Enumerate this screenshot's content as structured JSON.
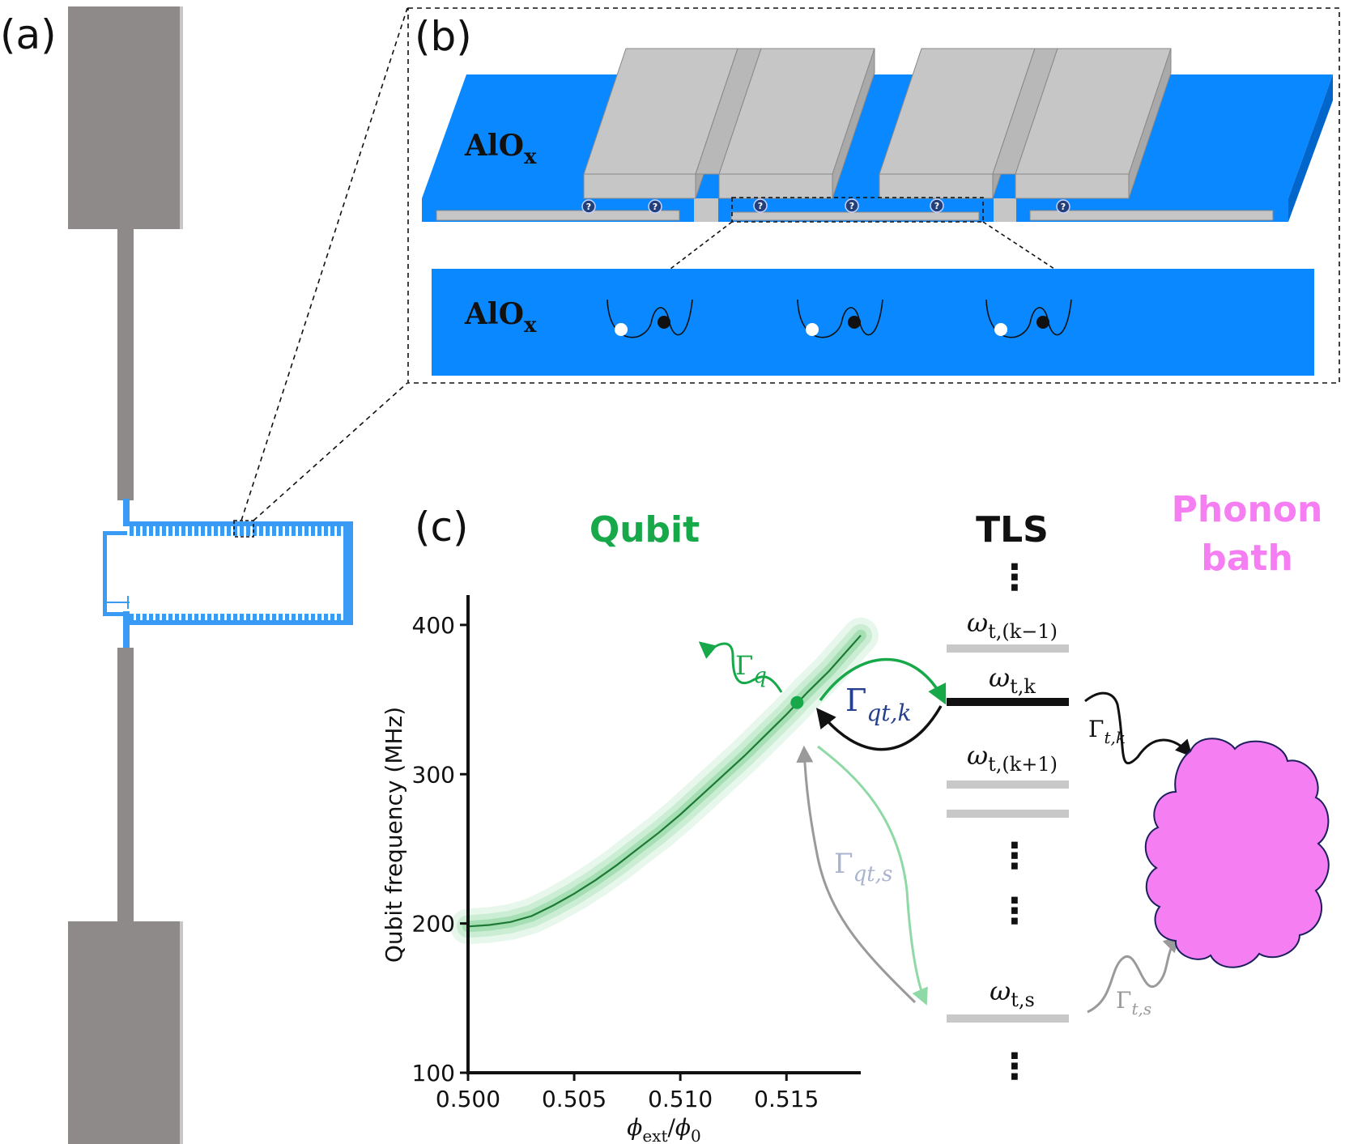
{
  "panels": {
    "a": {
      "label": "(a)"
    },
    "b": {
      "label": "(b)",
      "material_top": "AlO",
      "material_bottom": "AlO",
      "material_sub": "x",
      "defect_marker": "?"
    },
    "c": {
      "label": "(c)"
    }
  },
  "headers": {
    "qubit": "Qubit",
    "tls": "TLS",
    "phonon_line1": "Phonon",
    "phonon_line2": "bath"
  },
  "colors": {
    "qubit_green": "#17a84a",
    "oxide_blue": "#0a88ff",
    "metal_grey": "#c6c6c6",
    "pad_grey": "#8e8a8a",
    "phonon_pink": "#f57ff2",
    "coupling_navy": "#25408f",
    "faint_grey": "#9aa0b4"
  },
  "rates": {
    "gamma_q": {
      "base": "Γ",
      "sub": "q"
    },
    "gamma_qtk": {
      "base": "Γ",
      "sub": "qt,k"
    },
    "gamma_tk": {
      "base": "Γ",
      "sub": "t,k"
    },
    "gamma_qts": {
      "base": "Γ",
      "sub": "qt,s"
    },
    "gamma_ts": {
      "base": "Γ",
      "sub": "t,s"
    }
  },
  "levels": {
    "k_minus_1": {
      "base": "ω",
      "sub": "t,(k−1)"
    },
    "k": {
      "base": "ω",
      "sub": "t,k"
    },
    "k_plus_1": {
      "base": "ω",
      "sub": "t,(k+1)"
    },
    "s": {
      "base": "ω",
      "sub": "t,s"
    }
  },
  "chart_data": {
    "type": "line",
    "xlabel": "φext/φ0",
    "xlabel_parts": {
      "phi": "ϕ",
      "ext": "ext",
      "slash": "/",
      "zero": "0"
    },
    "ylabel": "Qubit frequency (MHz)",
    "xlim": [
      0.5,
      0.5185
    ],
    "ylim": [
      100,
      420
    ],
    "xticks": [
      0.5,
      0.505,
      0.51,
      0.515
    ],
    "xtick_labels": [
      "0.500",
      "0.505",
      "0.510",
      "0.515"
    ],
    "yticks": [
      100,
      200,
      300,
      400
    ],
    "ytick_labels": [
      "100",
      "200",
      "300",
      "400"
    ],
    "series": [
      {
        "x": [
          0.5,
          0.501,
          0.502,
          0.503,
          0.504,
          0.505,
          0.506,
          0.507,
          0.508,
          0.509,
          0.51,
          0.511,
          0.512,
          0.513,
          0.514,
          0.515,
          0.516,
          0.517,
          0.518,
          0.5185
        ],
        "y": [
          198,
          199,
          201,
          205,
          212,
          220,
          229,
          239,
          250,
          261,
          273,
          286,
          299,
          312,
          326,
          340,
          355,
          369,
          385,
          393
        ]
      }
    ],
    "highlight_point": {
      "x": 0.5155,
      "y": 348
    },
    "grid": false
  }
}
